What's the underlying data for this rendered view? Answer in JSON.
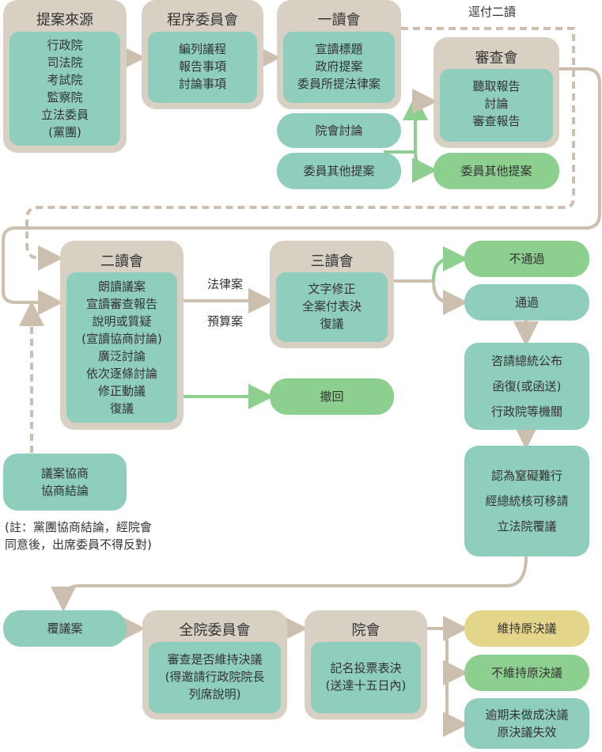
{
  "colors": {
    "outer": "#d9d0c4",
    "teal": "#8fcdbd",
    "green": "#8dcf8f",
    "yellow": "#e3d68a",
    "arrow": "#cdbfae",
    "arrow_green": "#8dcf8f"
  },
  "source": {
    "title": "提案來源",
    "lines": "行政院\n司法院\n考試院\n監察院\n立法委員\n(黨團)"
  },
  "procedure": {
    "title": "程序委員會",
    "lines": "編列議程\n報告事項\n討論事項"
  },
  "first": {
    "title": "一讀會",
    "lines": "宣讀標題\n政府提案\n委員所提法律案"
  },
  "plenary_discussion": "院會討論",
  "member_motion_left": "委員其他提案",
  "direct_second": "逕付二讀",
  "review": {
    "title": "審查會",
    "lines": "聽取報告\n討論\n審查報告"
  },
  "member_motion_right": "委員其他提案",
  "second": {
    "title": "二讀會",
    "lines": "朗讀議案\n宣讀審查報告\n說明或質疑\n(宣讀協商討論)\n廣泛討論\n依次逐條討論\n修正動議\n復議"
  },
  "law_label": "法律案",
  "budget_label": "預算案",
  "third": {
    "title": "三讀會",
    "lines": "文字修正\n全案付表決\n復議"
  },
  "withdraw": "撤回",
  "fail": "不通過",
  "pass": "通過",
  "promulgate": "咨請總統公布\n函復(或函送)\n行政院等機關",
  "reconsider_request": "認為窒礙難行\n經總統核可移請\n立法院覆議",
  "negotiation": "議案協商\n協商結論",
  "note": "(註：黨團協商結論，經院會\n同意後，出席委員不得反對)",
  "reconsider_case": "覆議案",
  "committee_whole": {
    "title": "全院委員會",
    "lines": "審查是否維持決議\n(得邀請行政院院長\n列席說明)"
  },
  "plenary": {
    "title": "院會",
    "lines": "記名投票表決\n(送達十五日內)"
  },
  "maintain": "維持原決議",
  "not_maintain": "不維持原決議",
  "expired": "逾期未做成決議\n原決議失效"
}
